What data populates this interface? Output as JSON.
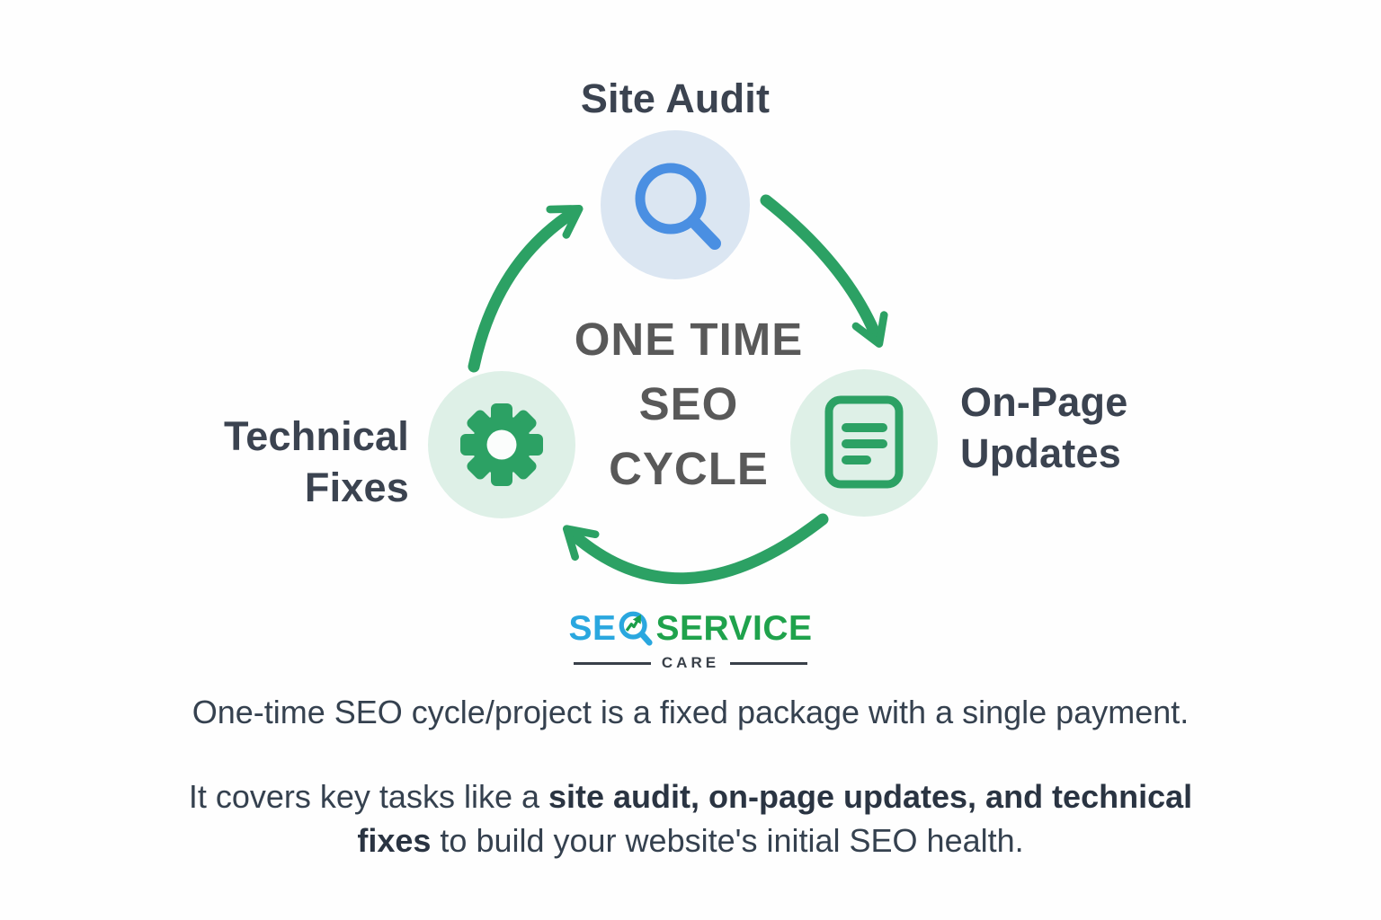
{
  "colors": {
    "background": "#fefefe",
    "label_text": "#3b4350",
    "center_title_text": "#595959",
    "body_text": "#35414f",
    "arrow_green": "#2ca164",
    "icon_green": "#2ca164",
    "green_circle_fill": "#def0e7",
    "blue_circle_fill": "#dbe6f2",
    "search_icon_blue": "#4a8fe2",
    "logo_blue": "#2aa7df",
    "logo_green": "#1fa24c",
    "logo_dark": "#394049"
  },
  "diagram": {
    "center_title": {
      "lines": [
        "ONE TIME",
        "SEO",
        "CYCLE"
      ]
    },
    "nodes": [
      {
        "id": "site-audit",
        "label": "Site Audit",
        "icon": "search-icon"
      },
      {
        "id": "on-page-updates",
        "label": "On-Page Updates",
        "icon": "document-icon"
      },
      {
        "id": "technical-fixes",
        "label": "Technical Fixes",
        "icon": "gear-icon"
      }
    ],
    "flow": [
      "site-audit",
      "on-page-updates",
      "technical-fixes"
    ]
  },
  "logo": {
    "se": "SE",
    "o_icon": "magnifier-growth-icon",
    "service": "SERVICE",
    "care": "CARE",
    "full_name": "SEO SERVICE CARE"
  },
  "description": {
    "line1": "One-time SEO cycle/project is a fixed package with a single payment.",
    "line2_prefix": "It covers key tasks like a ",
    "line2_bold_a": "site audit, on-page updates, and technical",
    "line2_bold_b": "fixes",
    "line2_suffix": " to build your website's initial SEO health."
  }
}
